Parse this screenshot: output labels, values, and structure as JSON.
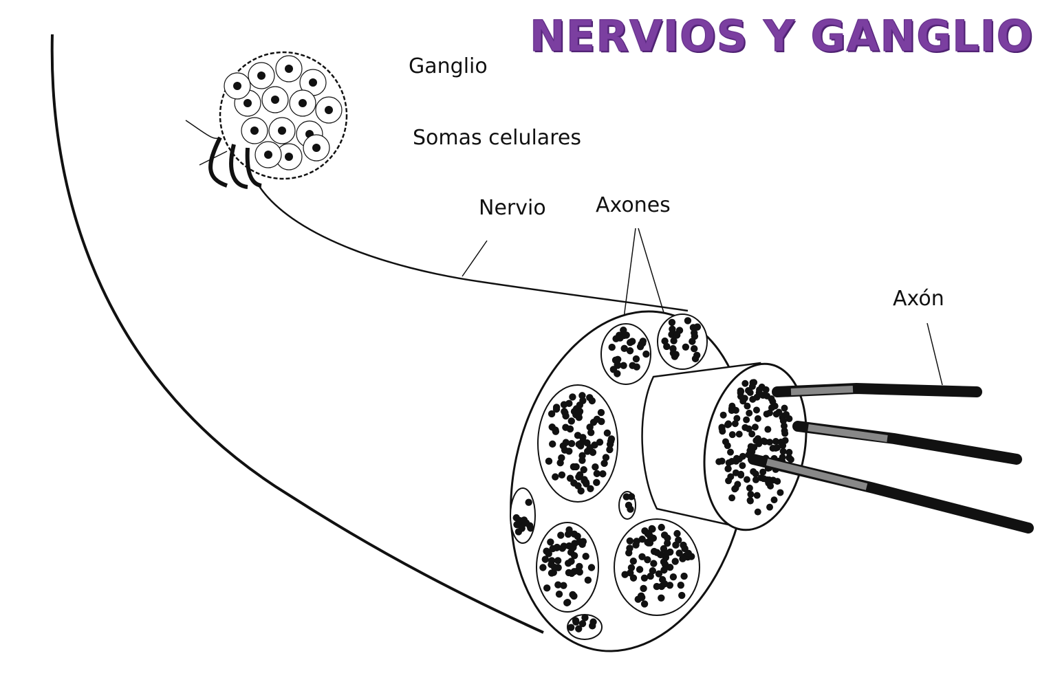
{
  "title": "NERVIOS Y GANGLIO",
  "labels": {
    "ganglio": "Ganglio",
    "somas": "Somas celulares",
    "nervio": "Nervio",
    "axones": "Axones",
    "axon": "Axón"
  },
  "colors": {
    "title": "#7b3fa0",
    "ink": "#111111",
    "background": "#ffffff"
  }
}
